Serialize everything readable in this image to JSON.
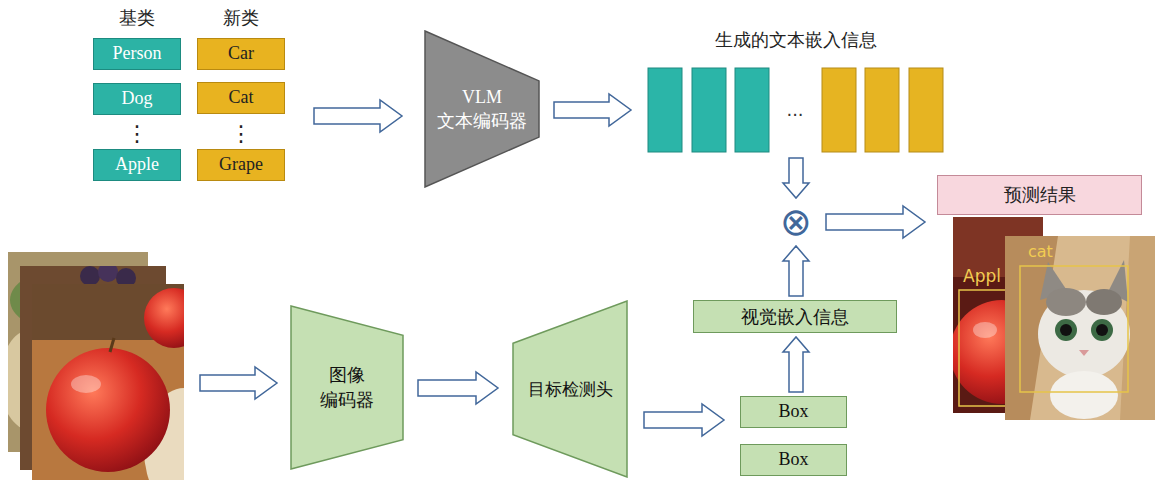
{
  "diagram": {
    "nodes": [
      {
        "text": [
          "基类"
        ]
      },
      {
        "text": [
          "Person"
        ],
        "in": 0
      },
      {
        "text": [
          "Dog"
        ],
        "in": 0
      },
      {
        "text": [
          "Apple"
        ],
        "in": 0
      },
      {
        "text": [
          "新类"
        ]
      },
      {
        "text": [
          "Car"
        ],
        "in": 4
      },
      {
        "text": [
          "Cat"
        ],
        "in": 4
      },
      {
        "text": [
          "Grape"
        ],
        "in": 4
      },
      {
        "text": [
          "VLM 文本编码器"
        ]
      },
      {
        "text": [
          "生成的文本嵌入信息",
          "..."
        ]
      },
      {
        "text": [
          "⊗"
        ]
      },
      {
        "text": [
          "预测结果"
        ]
      },
      {
        "text": [
          "图像 编码器"
        ]
      },
      {
        "text": [
          "目标检测头"
        ]
      },
      {
        "text": [
          "视觉嵌入信息"
        ]
      },
      {
        "text": [
          "Box"
        ]
      },
      {
        "text": [
          "Box"
        ]
      }
    ],
    "edges": [
      {
        "from": 4,
        "to": 8,
        "arrow": "to"
      },
      {
        "from": 8,
        "to": 9,
        "arrow": "to"
      },
      {
        "from": 9,
        "to": 10,
        "arrow": "to"
      },
      {
        "from": 10,
        "to": 11,
        "arrow": "to"
      },
      {
        "from": 12,
        "to": 13,
        "arrow": "to"
      },
      {
        "from": 13,
        "to": 15,
        "arrow": "to"
      },
      {
        "from": 15,
        "to": 14,
        "arrow": "to"
      },
      {
        "from": 14,
        "to": 10,
        "arrow": "to"
      }
    ],
    "labels": [
      "⋮",
      "⋮",
      "Appl",
      "cat"
    ]
  }
}
